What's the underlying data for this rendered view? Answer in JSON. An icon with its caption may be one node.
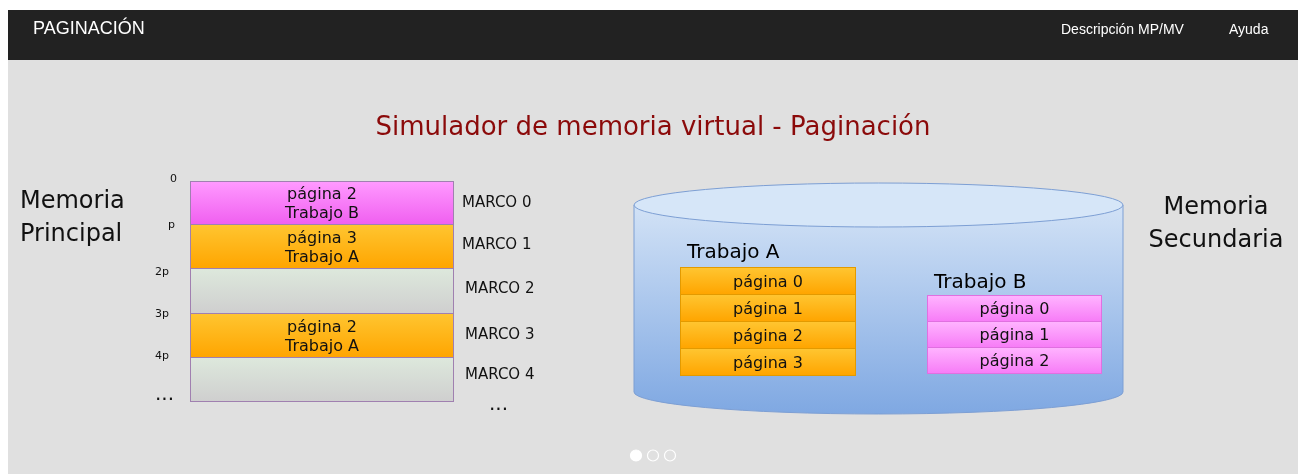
{
  "diagram": {
    "title": "Simulador de memoria virtual - Paginación",
    "nodes": [
      {
        "text": [
          "página 2 Trabajo B"
        ]
      },
      {
        "text": [
          "página 3 Trabajo A"
        ]
      },
      {
        "text": [],
        "shape": "box"
      },
      {
        "text": [
          "página 2 Trabajo A"
        ]
      },
      {
        "text": [],
        "shape": "box"
      },
      {
        "text": [],
        "shape": "cylinder"
      },
      {
        "text": [
          "Trabajo A"
        ],
        "in": 5
      },
      {
        "text": [
          "página 0"
        ],
        "in": 6
      },
      {
        "text": [
          "página 1"
        ],
        "in": 6
      },
      {
        "text": [
          "página 2"
        ],
        "in": 6
      },
      {
        "text": [
          "página 3"
        ],
        "in": 6
      },
      {
        "text": [
          "Trabajo B"
        ],
        "in": 5
      },
      {
        "text": [
          "página 0"
        ],
        "in": 11
      },
      {
        "text": [
          "página 1"
        ],
        "in": 11
      },
      {
        "text": [
          "página 2"
        ],
        "in": 11
      }
    ],
    "labels": [
      "PAGINACIÓN",
      "Descripción MP/MV",
      "Ayuda",
      "Memoria Principal",
      "0",
      "MARCO 0",
      "p",
      "MARCO 1",
      "2p",
      "MARCO 2",
      "3p",
      "MARCO 3",
      "4p",
      "MARCO 4",
      "...",
      "...",
      "Memoria Secundaria"
    ]
  }
}
